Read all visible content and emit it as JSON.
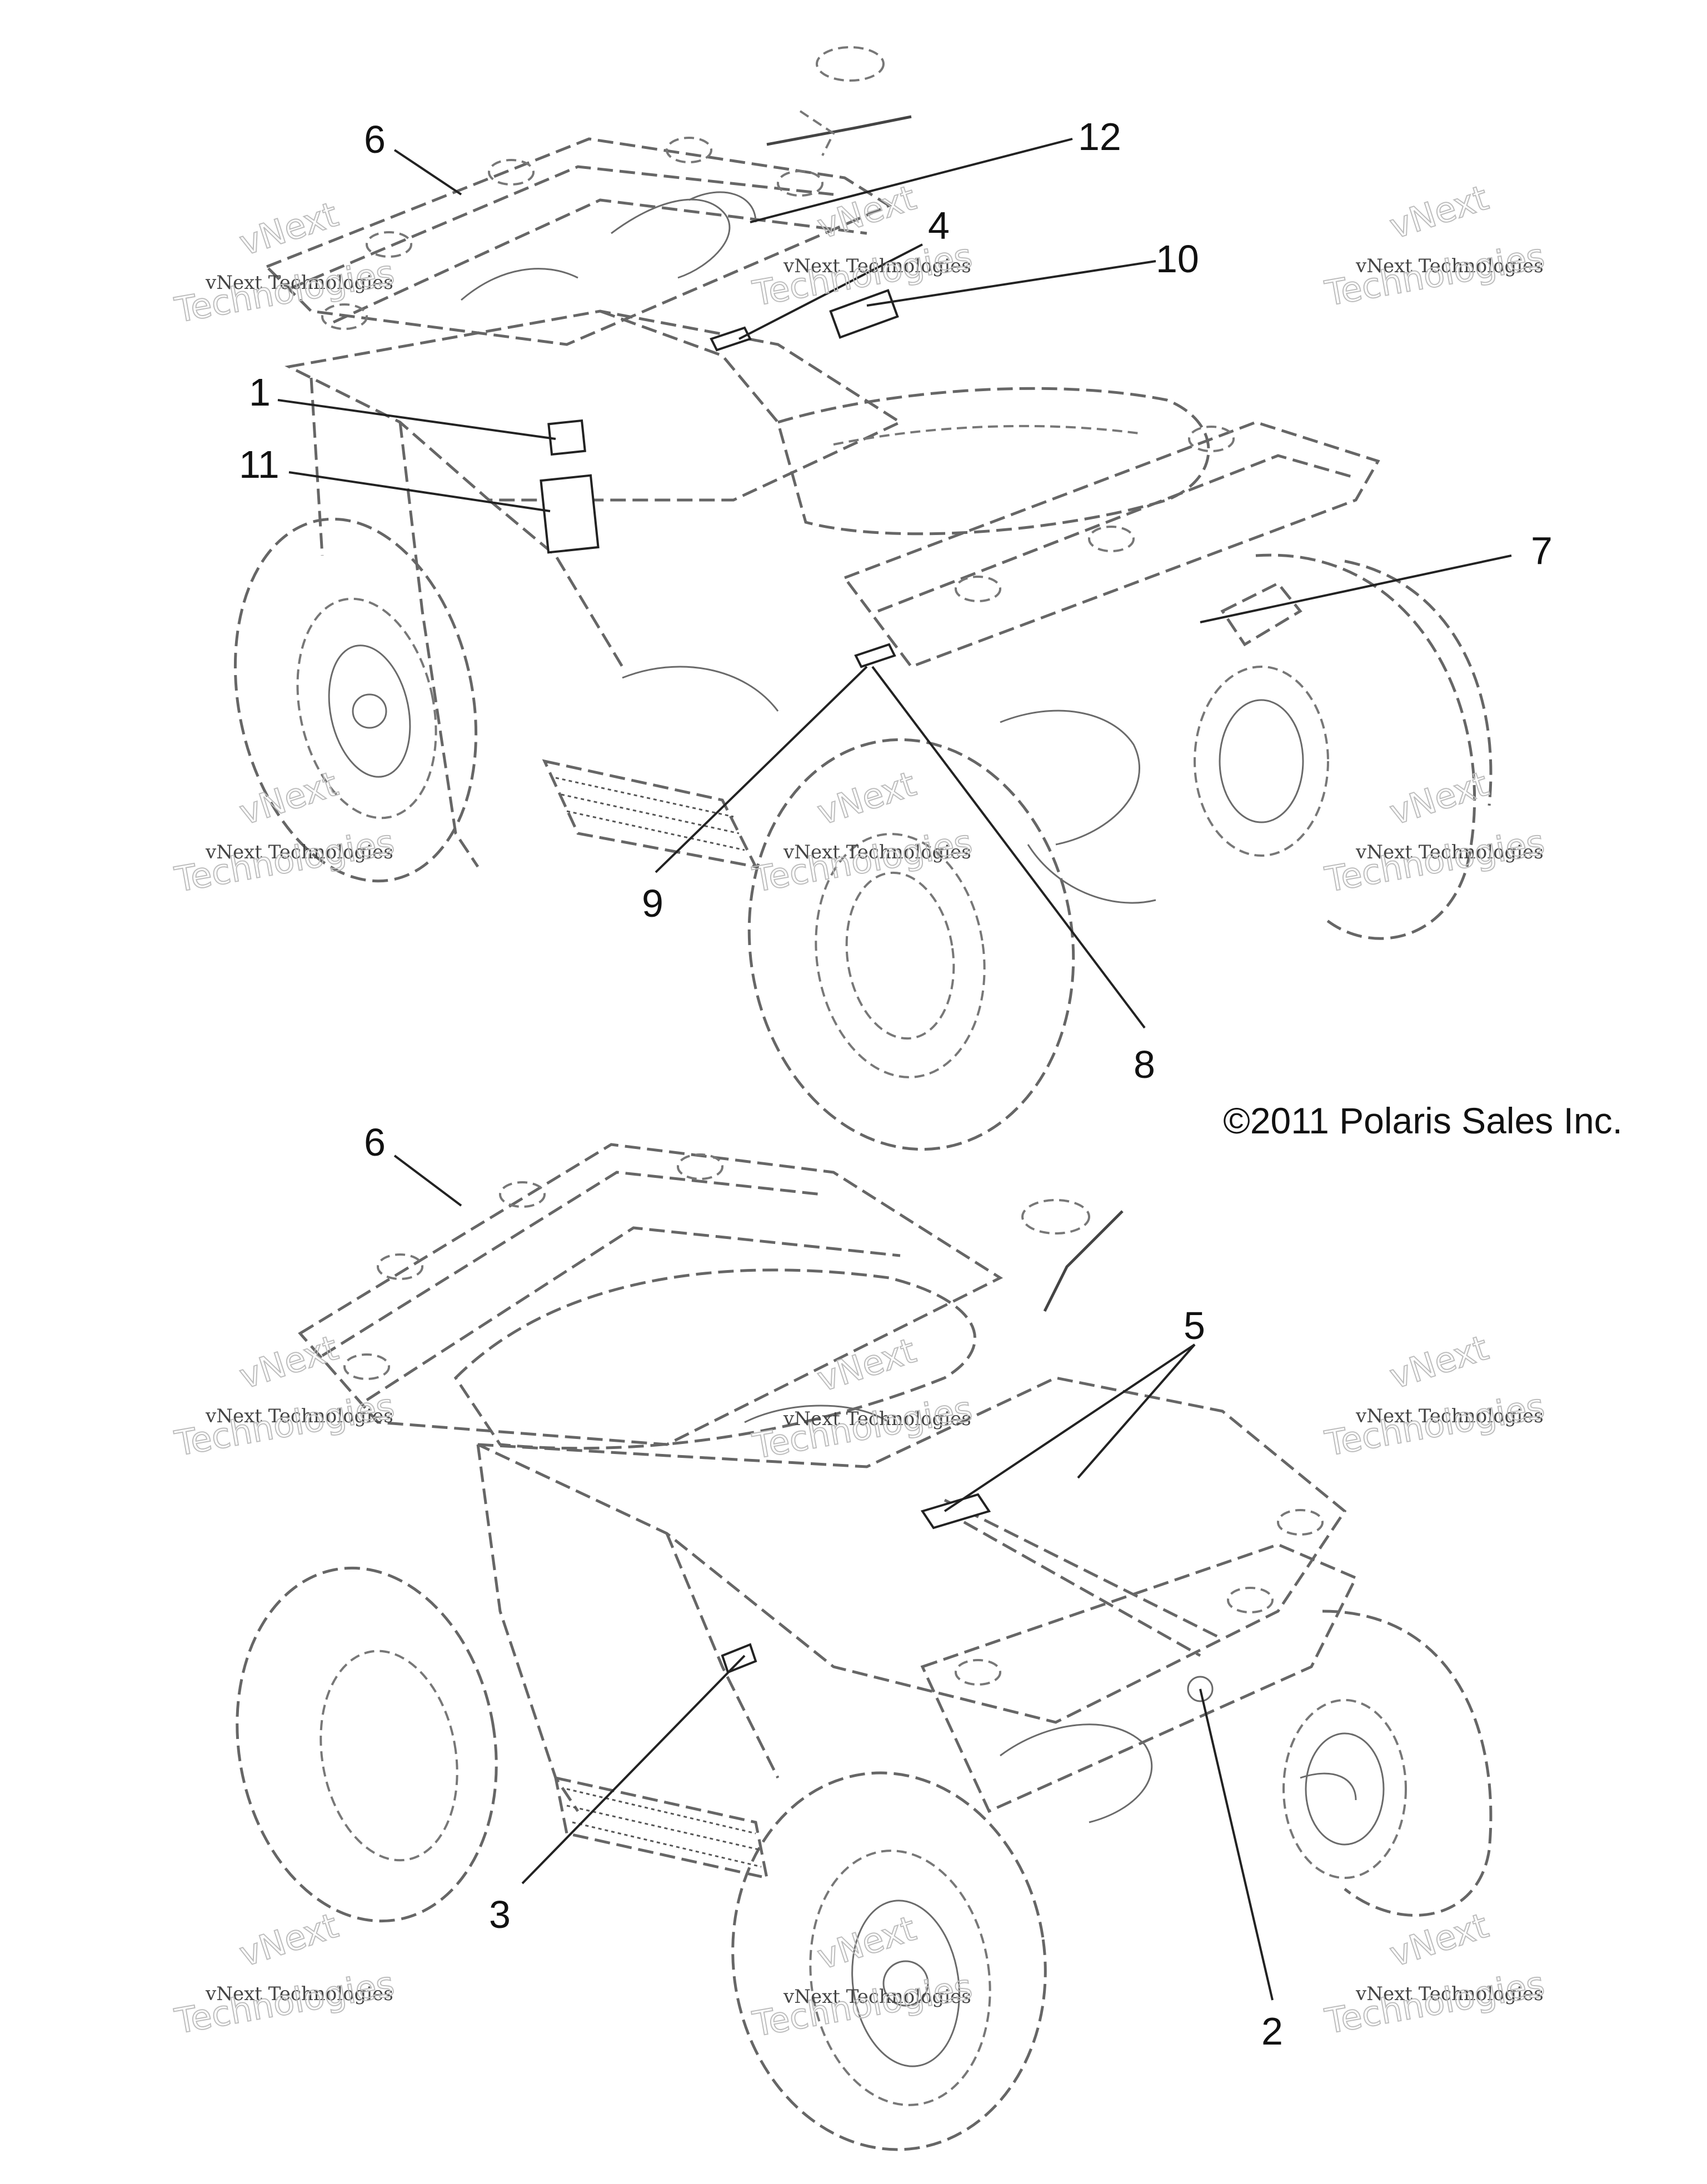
{
  "diagram": {
    "callouts": [
      "1",
      "2",
      "3",
      "4",
      "5",
      "6",
      "6",
      "7",
      "8",
      "9",
      "10",
      "11",
      "12"
    ],
    "watermark": {
      "line1": "vNext Technologies",
      "line2_a": "vNext",
      "line2_b": "Technologies"
    },
    "copyright": "©2011 Polaris Sales Inc."
  }
}
